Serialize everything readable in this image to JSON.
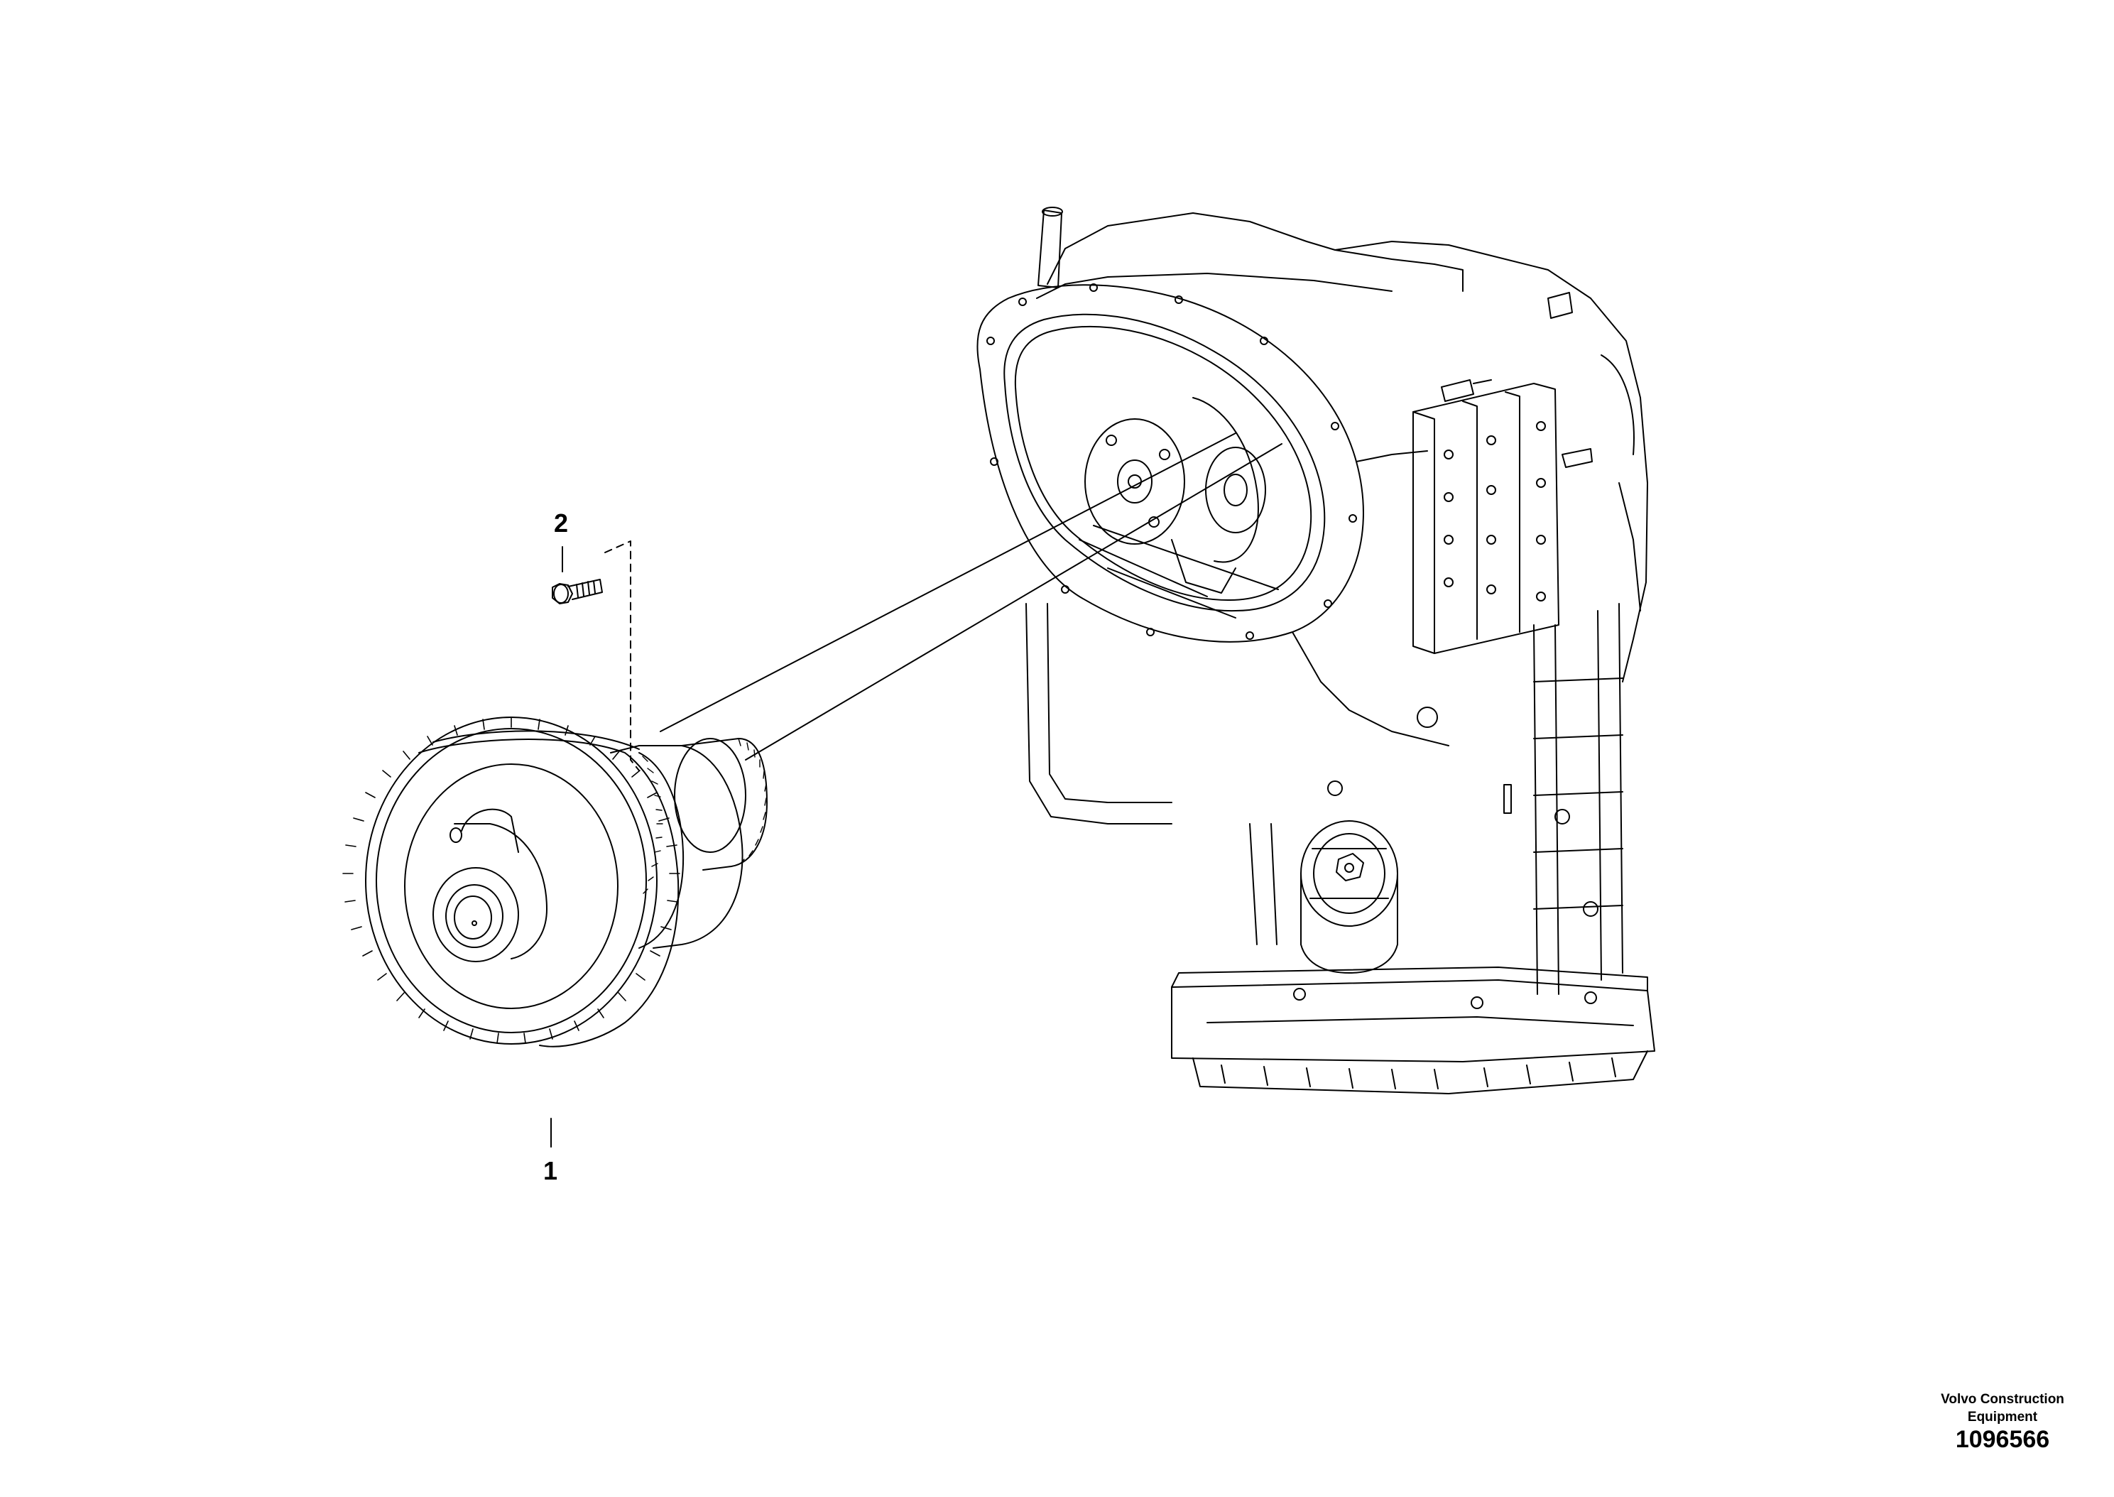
{
  "callouts": {
    "part_1": "1",
    "part_2": "2"
  },
  "footer": {
    "brand_line1": "Volvo Construction",
    "brand_line2": "Equipment",
    "drawing_number": "1096566"
  },
  "colors": {
    "line": "#000000",
    "background": "#ffffff"
  }
}
